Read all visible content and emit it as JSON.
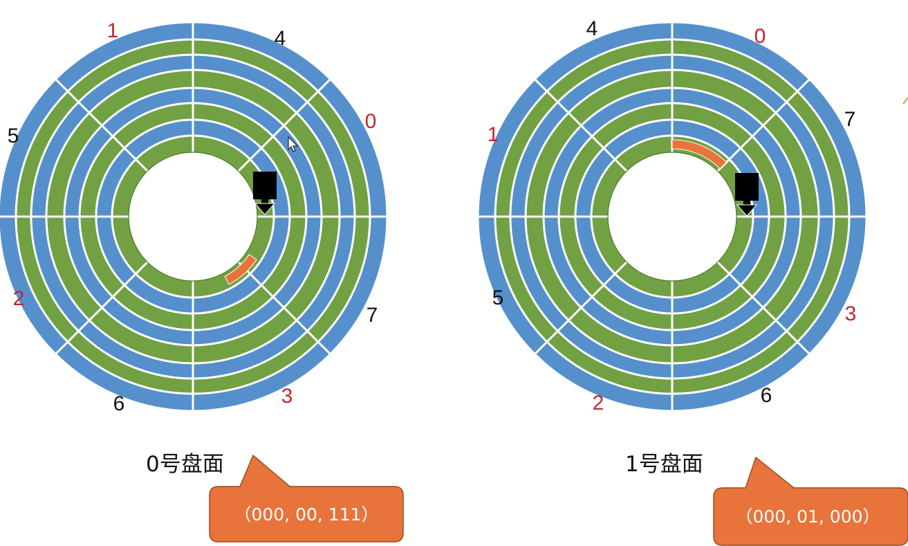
{
  "colors": {
    "track_outer": "#5590cc",
    "track_alt": "#71a142",
    "divider": "#ffffff",
    "highlight": "#e8743b",
    "label_red": "#c0272d",
    "label_black": "#111111",
    "head": "#000000",
    "callout_fill": "#e8743b",
    "callout_stroke": "#9a4a1f"
  },
  "platters": [
    {
      "title": "0号盘面",
      "address": "（000, 00, 111）",
      "sector_labels": [
        {
          "text": "1",
          "color": "red"
        },
        {
          "text": "4",
          "color": "black"
        },
        {
          "text": "0",
          "color": "red"
        },
        {
          "text": "7",
          "color": "black"
        },
        {
          "text": "3",
          "color": "red"
        },
        {
          "text": "6",
          "color": "black"
        },
        {
          "text": "2",
          "color": "red"
        },
        {
          "text": "5",
          "color": "black"
        }
      ]
    },
    {
      "title": "1号盘面",
      "address": "（000, 01, 000）",
      "sector_labels": [
        {
          "text": "4",
          "color": "black"
        },
        {
          "text": "0",
          "color": "red"
        },
        {
          "text": "7",
          "color": "black"
        },
        {
          "text": "3",
          "color": "red"
        },
        {
          "text": "6",
          "color": "black"
        },
        {
          "text": "2",
          "color": "red"
        },
        {
          "text": "5",
          "color": "black"
        },
        {
          "text": "1",
          "color": "red"
        }
      ]
    }
  ]
}
